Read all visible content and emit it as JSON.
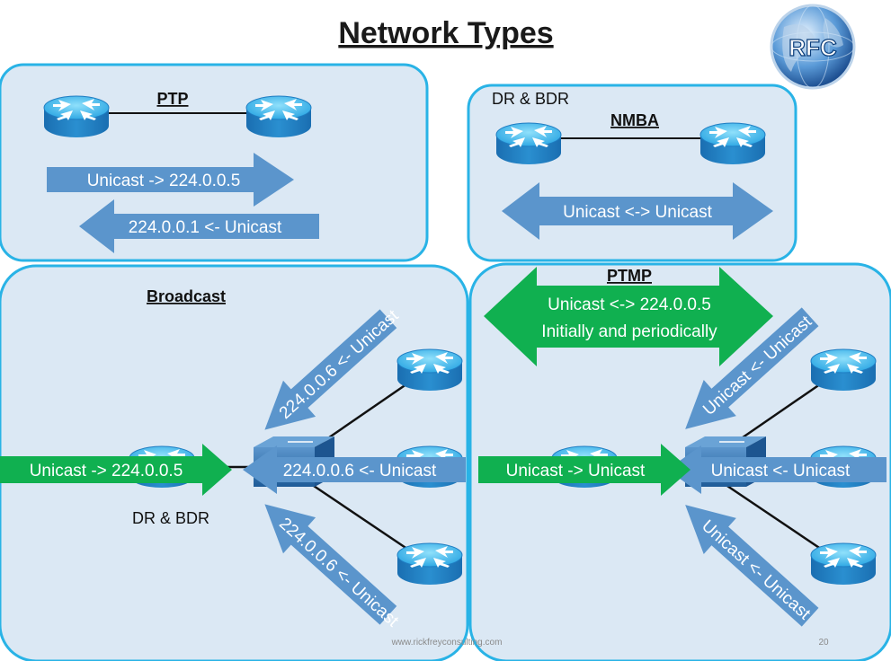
{
  "title": "Network Types",
  "logo": {
    "text": "RFC",
    "icon": "globe-icon"
  },
  "panels": {
    "ptp": {
      "header": "PTP",
      "arrow_out": "Unicast -> 224.0.0.5",
      "arrow_back": "224.0.0.1 <- Unicast"
    },
    "nmba": {
      "header": "NMBA",
      "label": "DR & BDR",
      "arrow": "Unicast <-> Unicast"
    },
    "broadcast": {
      "header": "Broadcast",
      "label": "DR & BDR",
      "arrow_in": "Unicast ->  224.0.0.5",
      "arrow_top": "224.0.0.6 <- Unicast",
      "arrow_mid": "224.0.0.6 <- Unicast",
      "arrow_bot": "224.0.0.6 <- Unicast"
    },
    "ptmp": {
      "header": "PTMP",
      "arrow_line1": "Unicast <-> 224.0.0.5",
      "arrow_line2": "Initially and periodically",
      "arrow_in": "Unicast ->  Unicast",
      "arrow_top": "Unicast <- Unicast",
      "arrow_mid": "Unicast <- Unicast",
      "arrow_bot": "Unicast <- Unicast"
    }
  },
  "footer": {
    "url": "www.rickfreyconsulting.com",
    "page": "20"
  },
  "colors": {
    "panel_fill": "#dbe8f4",
    "panel_border": "#29b3e6",
    "arrow_blue": "#5b95cc",
    "arrow_green": "#10b050",
    "router_top": "#4fc3ef",
    "router_side": "#1b73b8",
    "switch_blue": "#2e6ea8"
  }
}
